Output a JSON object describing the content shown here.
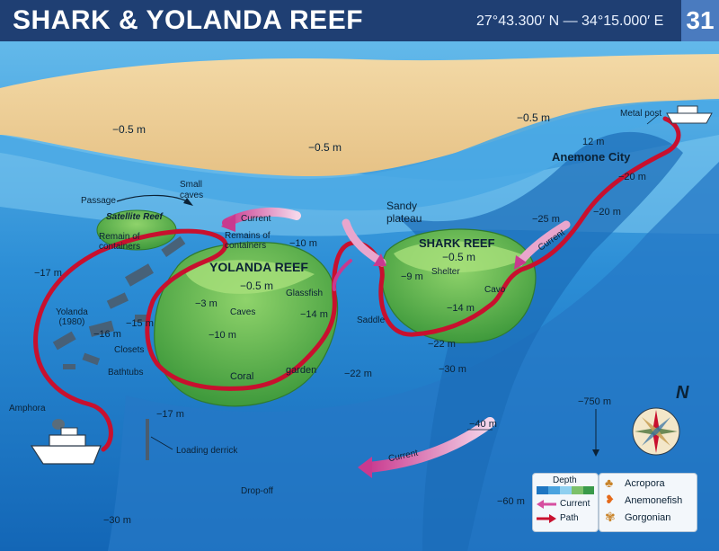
{
  "header": {
    "title": "SHARK & YOLANDA REEF",
    "coordinates": "27°43.300′ N — 34°15.000′ E",
    "page_number": "31"
  },
  "map": {
    "depths": {
      "d1": "−0.5 m",
      "d2": "−0.5 m",
      "d3": "−0.5 m",
      "d4": "12 m",
      "d5": "−20 m",
      "d6": "−20 m",
      "d7": "−25 m",
      "d8": "−17 m",
      "d9": "−10 m",
      "d10": "−9 m",
      "d11": "−0.5 m",
      "d12": "−14 m",
      "d13": "−3 m",
      "d14": "−14 m",
      "d15": "−10 m",
      "d16": "−15 m",
      "d17": "−16 m",
      "d18": "−22 m",
      "d19": "−22 m",
      "d20": "−30 m",
      "d21": "−17 m",
      "d22": "−40 m",
      "d23": "−750 m",
      "d24": "−60 m",
      "d25": "−30 m"
    },
    "labels": {
      "metal_post": "Metal post",
      "anemone_city": "Anemone City",
      "small_caves": "Small\ncaves",
      "passage": "Passage",
      "satellite_reef": "Satellite Reef",
      "remains_left": "Remain of\ncontainers",
      "remains_right": "Remains of\ncontainers",
      "sandy_plateau": "Sandy\nplateau",
      "shark_reef": "SHARK REEF",
      "yolanda_reef": "YOLANDA REEF",
      "yolanda_wreck": "Yolanda\n(1980)",
      "glassfish": "Glassfish",
      "caves": "Caves",
      "shelter": "Shelter",
      "cavo": "Cavo",
      "saddle": "Saddle",
      "closets": "Closets",
      "bathtubs": "Bathtubs",
      "coral": "Coral",
      "garden": "garden",
      "amphora": "Amphora",
      "loading_derrick": "Loading derrick",
      "drop_off": "Drop-off",
      "current": "Current",
      "compass_n": "N"
    }
  },
  "legend": {
    "depth_title": "Depth",
    "current": "Current",
    "path": "Path",
    "acropora": "Acropora",
    "anemonefish": "Anemonefish",
    "gorgonian": "Gorgonian",
    "colors": {
      "depth": [
        "#1e76c2",
        "#4aa3df",
        "#8fd0f0",
        "#7cc16a",
        "#3a9a4a"
      ],
      "current": "#d64ea0",
      "path": "#c8102e"
    }
  }
}
